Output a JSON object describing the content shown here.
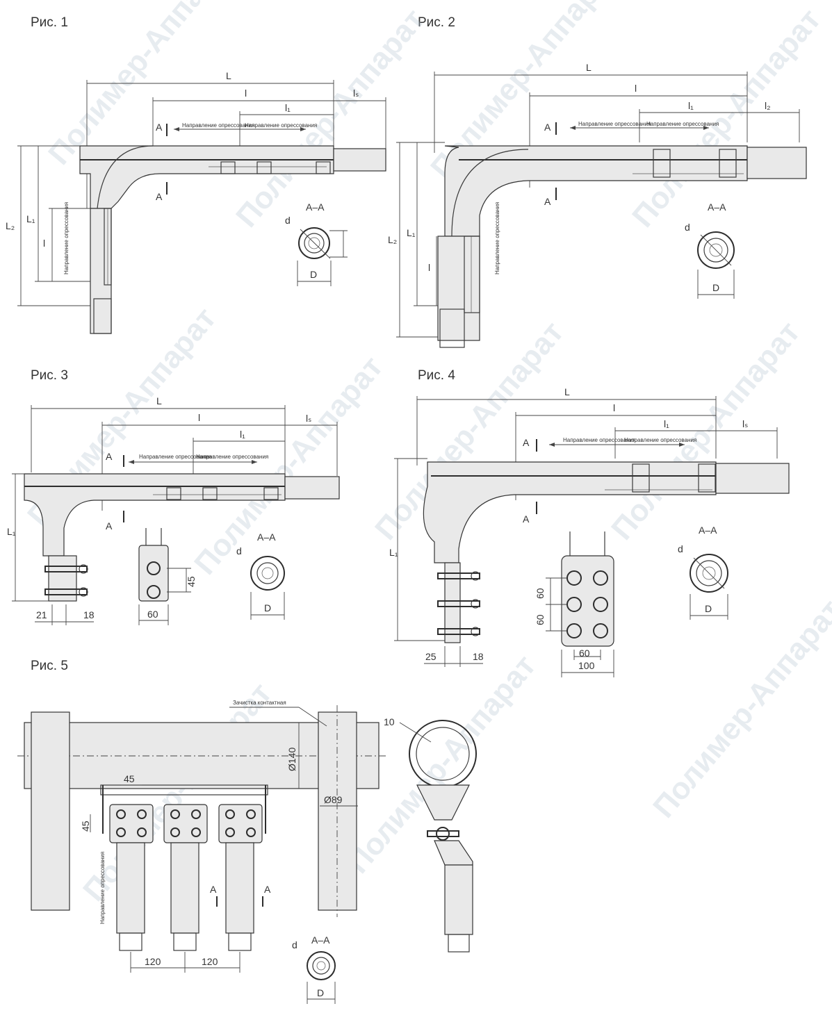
{
  "figures": {
    "fig1": "Рис. 1",
    "fig2": "Рис. 2",
    "fig3": "Рис. 3",
    "fig4": "Рис. 4",
    "fig5": "Рис. 5"
  },
  "watermark": "Полимер-Аппарат",
  "labels": {
    "L": "L",
    "l": "l",
    "l1": "l₁",
    "l2": "l₂",
    "L1": "L₁",
    "L2": "L₂",
    "ls": "lₛ",
    "A": "A",
    "section": "A–A",
    "d": "d",
    "D": "D",
    "dir_left": "Направление опрессования",
    "dir_right": "Направление опрессования",
    "dir_vertical": "Направление опрессования"
  },
  "fig3_dims": {
    "d21": "21",
    "d18": "18",
    "d45": "45",
    "d60": "60"
  },
  "fig4_dims": {
    "d25": "25",
    "d18": "18",
    "d60a": "60",
    "d60b": "60",
    "d60c": "60",
    "d100": "100"
  },
  "fig5_dims": {
    "d45a": "45",
    "d45b": "45",
    "d120a": "120",
    "d120b": "120",
    "d140": "Ø140",
    "d89": "Ø89",
    "d10": "10",
    "note": "Зачистка контактная"
  }
}
